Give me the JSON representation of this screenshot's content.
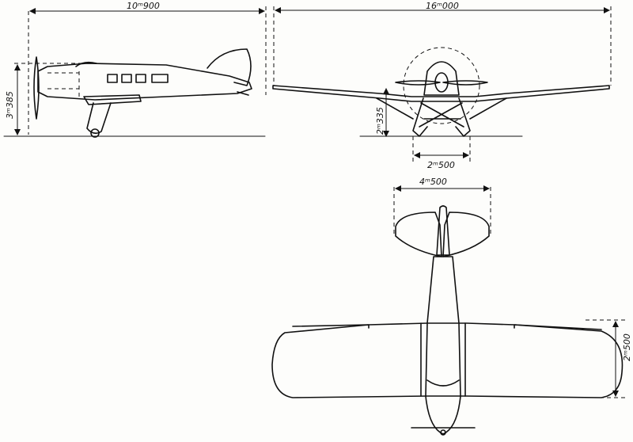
{
  "dimensions": {
    "side_length": "10ᵐ900",
    "wingspan": "16ᵐ000",
    "height": "3ᵐ385",
    "front_height": "2ᵐ335",
    "gear_track": "2ᵐ500",
    "tailplane_span": "4ᵐ500",
    "wing_chord": "2ᵐ500"
  },
  "colors": {
    "ink": "#111111",
    "paper": "#fdfdfb"
  }
}
